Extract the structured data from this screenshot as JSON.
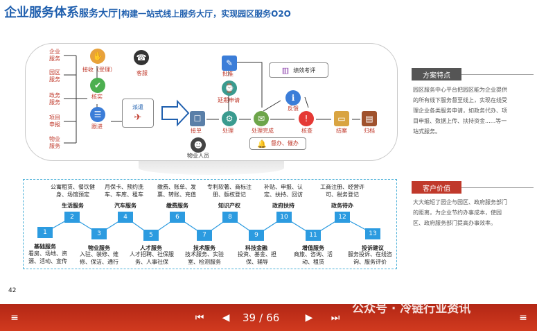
{
  "title": {
    "main": "企业服务体系",
    "sub": "服务大厅|",
    "desc": "构建一站式线上服务大厅，实现园区服务O2O"
  },
  "process": {
    "sources": [
      "企业服务",
      "园区服务",
      "政务服务",
      "项目申报",
      "物业服务"
    ],
    "accept": "接收（受理）",
    "service": "客服",
    "verify": "核实",
    "follow": "跟进",
    "dispatch": "派遣",
    "receive_order": "接单",
    "handle": "处理",
    "handle_done": "处理完成",
    "feedback": "反馈",
    "check": "核查",
    "close": "结案",
    "archive": "归档",
    "approve": "批准",
    "extend": "延期申请",
    "perf": "绩效考评",
    "remind": "督办、催办",
    "property_staff": "物业人员"
  },
  "services": {
    "top": [
      {
        "num": "2",
        "name": "生活服务",
        "desc": "公寓租赁、餐饮健身、场馆预定"
      },
      {
        "num": "4",
        "name": "汽车服务",
        "desc": "月保卡、预约洗车、车库、租车"
      },
      {
        "num": "6",
        "name": "缴费服务",
        "desc": "缴费、账单、发票、转账、充值"
      },
      {
        "num": "8",
        "name": "知识产权",
        "desc": "专利软著、商标注册、版权登记"
      },
      {
        "num": "10",
        "name": "政府扶持",
        "desc": "补贴、申报、认定、扶持、回访"
      },
      {
        "num": "12",
        "name": "政务待办",
        "desc": "工商注册、经营许可、税务登记"
      }
    ],
    "bottom": [
      {
        "num": "1",
        "name": "基础服务",
        "desc": "看房、场地、资源、活动、宣传"
      },
      {
        "num": "3",
        "name": "物业服务",
        "desc": "入驻、装修、维修、保洁、通行"
      },
      {
        "num": "5",
        "name": "人才服务",
        "desc": "人才招聘、社保服务、人事社保"
      },
      {
        "num": "7",
        "name": "技术服务",
        "desc": "技术服务、实验室、检测服务"
      },
      {
        "num": "9",
        "name": "科技金融",
        "desc": "投资、基金、担保、辅导"
      },
      {
        "num": "11",
        "name": "增值服务",
        "desc": "商旅、咨询、活动、租赁"
      },
      {
        "num": "13",
        "name": "投诉建议",
        "desc": "服务投诉、在线咨询、服务评价"
      }
    ]
  },
  "right_panel": {
    "features_title": "方案特点",
    "features_text": "园区服务中心平台把园区能为企业提供的所有线下服务督至线上，实现在线受理企业各类服务申请，如政务代办、项目申报、数据上传、扶持资金......等一站式服务。",
    "value_title": "客户价值",
    "value_text": "大大缩短了园企与园区、政府服务部门的距离，为企业节约办事成本，使园区、政府服务部门提高办事效率。"
  },
  "page_number": "42",
  "toolbar": {
    "menu_left": "≡",
    "first": "⏮",
    "prev": "◀",
    "current": "39",
    "separator": "/",
    "total": "66",
    "next": "▶",
    "last": "⏭",
    "menu_right": "≡"
  },
  "watermark": "公众号 · 冷链行业资讯"
}
